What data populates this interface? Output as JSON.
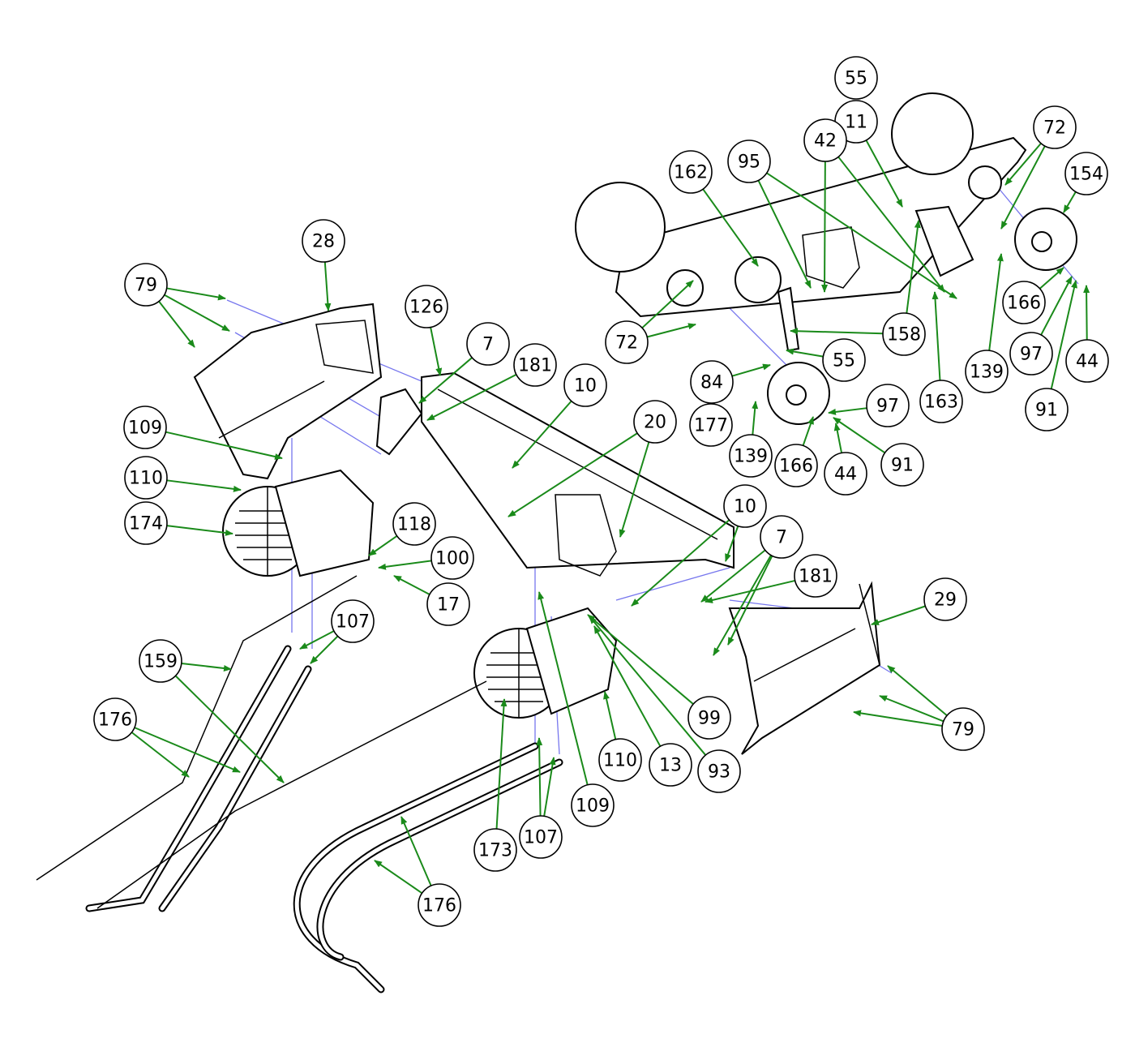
{
  "diagram": {
    "type": "exploded-parts-diagram",
    "colors": {
      "leader": "#1a8a1a",
      "guide": "#7777ee",
      "outline": "#000000"
    },
    "callouts": [
      "55",
      "11",
      "42",
      "72",
      "154",
      "162",
      "95",
      "28",
      "79",
      "126",
      "7",
      "181",
      "10",
      "72",
      "158",
      "55",
      "84",
      "139",
      "166",
      "97",
      "44",
      "91",
      "163",
      "97",
      "177",
      "139",
      "166",
      "44",
      "91",
      "20",
      "109",
      "110",
      "174",
      "118",
      "100",
      "17",
      "10",
      "7",
      "181",
      "29",
      "107",
      "159",
      "176",
      "99",
      "110",
      "13",
      "93",
      "79",
      "109",
      "173",
      "107",
      "176"
    ]
  }
}
